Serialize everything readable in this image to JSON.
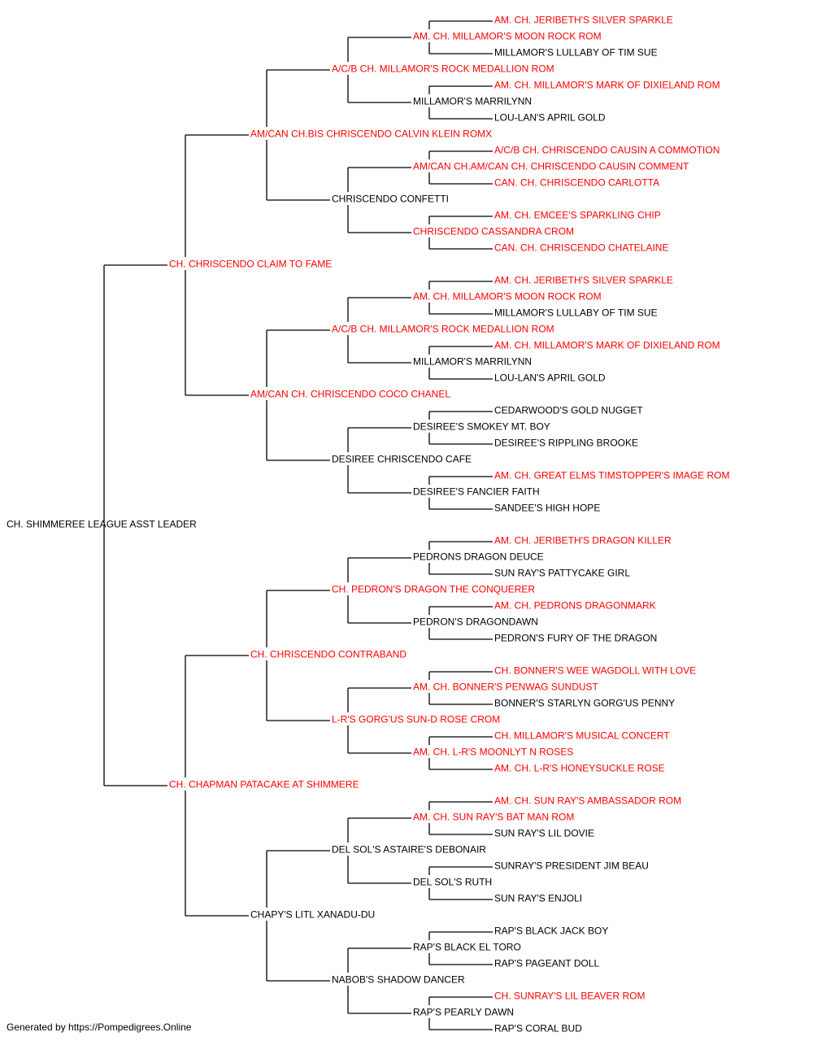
{
  "colors": {
    "champion": "#ff0000",
    "normal": "#000000",
    "line": "#000000"
  },
  "pedigree": {
    "name": "CH. SHIMMEREE LEAGUE ASST LEADER",
    "ch": false,
    "sire": {
      "name": "CH. CHRISCENDO CLAIM TO FAME",
      "ch": true,
      "sire": {
        "name": "AM/CAN CH.BIS CHRISCENDO CALVIN KLEIN ROMX",
        "ch": true,
        "sire": {
          "name": "A/C/B CH. MILLAMOR'S ROCK MEDALLION ROM",
          "ch": true,
          "sire": {
            "name": "AM. CH. MILLAMOR'S MOON ROCK ROM",
            "ch": true,
            "sire": {
              "name": "AM. CH. JERIBETH'S SILVER SPARKLE",
              "ch": true
            },
            "dam": {
              "name": "MILLAMOR'S LULLABY OF TIM SUE",
              "ch": false
            }
          },
          "dam": {
            "name": "MILLAMOR'S MARRILYNN",
            "ch": false,
            "sire": {
              "name": "AM. CH. MILLAMOR'S MARK OF DIXIELAND ROM",
              "ch": true
            },
            "dam": {
              "name": "LOU-LAN'S APRIL GOLD",
              "ch": false
            }
          }
        },
        "dam": {
          "name": "CHRISCENDO CONFETTI",
          "ch": false,
          "sire": {
            "name": "AM/CAN CH.AM/CAN CH. CHRISCENDO CAUSIN COMMENT",
            "ch": true,
            "sire": {
              "name": "A/C/B CH. CHRISCENDO CAUSIN A COMMOTION",
              "ch": true
            },
            "dam": {
              "name": "CAN. CH. CHRISCENDO CARLOTTA",
              "ch": true
            }
          },
          "dam": {
            "name": "CHRISCENDO CASSANDRA CROM",
            "ch": true,
            "sire": {
              "name": "AM. CH. EMCEE'S SPARKLING CHIP",
              "ch": true
            },
            "dam": {
              "name": "CAN. CH. CHRISCENDO CHATELAINE",
              "ch": true
            }
          }
        }
      },
      "dam": {
        "name": "AM/CAN CH. CHRISCENDO COCO CHANEL",
        "ch": true,
        "sire": {
          "name": "A/C/B CH. MILLAMOR'S ROCK MEDALLION ROM",
          "ch": true,
          "sire": {
            "name": "AM. CH. MILLAMOR'S MOON ROCK ROM",
            "ch": true,
            "sire": {
              "name": "AM. CH. JERIBETH'S SILVER SPARKLE",
              "ch": true
            },
            "dam": {
              "name": "MILLAMOR'S LULLABY OF TIM SUE",
              "ch": false
            }
          },
          "dam": {
            "name": "MILLAMOR'S MARRILYNN",
            "ch": false,
            "sire": {
              "name": "AM. CH. MILLAMOR'S MARK OF DIXIELAND ROM",
              "ch": true
            },
            "dam": {
              "name": "LOU-LAN'S APRIL GOLD",
              "ch": false
            }
          }
        },
        "dam": {
          "name": "DESIREE CHRISCENDO CAFE",
          "ch": false,
          "sire": {
            "name": "DESIREE'S SMOKEY MT. BOY",
            "ch": false,
            "sire": {
              "name": "CEDARWOOD'S GOLD NUGGET",
              "ch": false
            },
            "dam": {
              "name": "DESIREE'S RIPPLING BROOKE",
              "ch": false
            }
          },
          "dam": {
            "name": "DESIREE'S FANCIER FAITH",
            "ch": false,
            "sire": {
              "name": "AM. CH. GREAT ELMS TIMSTOPPER'S IMAGE ROM",
              "ch": true
            },
            "dam": {
              "name": "SANDEE'S HIGH HOPE",
              "ch": false
            }
          }
        }
      }
    },
    "dam": {
      "name": "CH. CHAPMAN PATACAKE AT SHIMMERE",
      "ch": true,
      "sire": {
        "name": "CH. CHRISCENDO CONTRABAND",
        "ch": true,
        "sire": {
          "name": "CH. PEDRON'S DRAGON THE CONQUERER",
          "ch": true,
          "sire": {
            "name": "PEDRONS DRAGON DEUCE",
            "ch": false,
            "sire": {
              "name": "AM. CH. JERIBETH'S DRAGON KILLER",
              "ch": true
            },
            "dam": {
              "name": "SUN RAY'S PATTYCAKE GIRL",
              "ch": false
            }
          },
          "dam": {
            "name": "PEDRON'S DRAGONDAWN",
            "ch": false,
            "sire": {
              "name": "AM. CH. PEDRONS DRAGONMARK",
              "ch": true
            },
            "dam": {
              "name": "PEDRON'S FURY OF THE DRAGON",
              "ch": false
            }
          }
        },
        "dam": {
          "name": "L-R'S GORG'US SUN-D ROSE CROM",
          "ch": true,
          "sire": {
            "name": "AM. CH. BONNER'S PENWAG SUNDUST",
            "ch": true,
            "sire": {
              "name": "CH. BONNER'S WEE WAGDOLL WITH LOVE",
              "ch": true
            },
            "dam": {
              "name": "BONNER'S STARLYN GORG'US PENNY",
              "ch": false
            }
          },
          "dam": {
            "name": "AM. CH. L-R'S MOONLYT N ROSES",
            "ch": true,
            "sire": {
              "name": "CH. MILLAMOR'S MUSICAL CONCERT",
              "ch": true
            },
            "dam": {
              "name": "AM. CH. L-R'S HONEYSUCKLE ROSE",
              "ch": true
            }
          }
        }
      },
      "dam": {
        "name": "CHAPY'S LITL XANADU-DU",
        "ch": false,
        "sire": {
          "name": "DEL SOL'S ASTAIRE'S DEBONAIR",
          "ch": false,
          "sire": {
            "name": "AM. CH. SUN RAY'S BAT MAN ROM",
            "ch": true,
            "sire": {
              "name": "AM. CH. SUN RAY'S AMBASSADOR ROM",
              "ch": true
            },
            "dam": {
              "name": "SUN RAY'S LIL DOVIE",
              "ch": false
            }
          },
          "dam": {
            "name": "DEL SOL'S RUTH",
            "ch": false,
            "sire": {
              "name": "SUNRAY'S PRESIDENT JIM BEAU",
              "ch": false
            },
            "dam": {
              "name": "SUN RAY'S ENJOLI",
              "ch": false
            }
          }
        },
        "dam": {
          "name": "NABOB'S SHADOW DANCER",
          "ch": false,
          "sire": {
            "name": "RAP'S BLACK EL TORO",
            "ch": false,
            "sire": {
              "name": "RAP'S BLACK JACK BOY",
              "ch": false
            },
            "dam": {
              "name": "RAP'S PAGEANT DOLL",
              "ch": false
            }
          },
          "dam": {
            "name": "RAP'S PEARLY DAWN",
            "ch": false,
            "sire": {
              "name": "CH. SUNRAY'S LIL BEAVER ROM",
              "ch": true
            },
            "dam": {
              "name": "RAP'S CORAL BUD",
              "ch": false
            }
          }
        }
      }
    }
  },
  "footer": "Generated by https://Pompedigrees.Online"
}
